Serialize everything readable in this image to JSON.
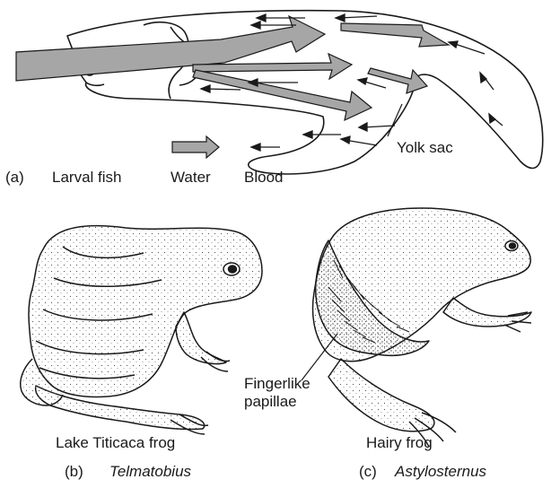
{
  "panel_a": {
    "letter": "(a)",
    "title": "Larval fish",
    "yolk_label": "Yolk sac",
    "legend_water": "Water",
    "legend_blood": "Blood"
  },
  "panel_b": {
    "letter": "(b)",
    "common_name": "Lake Titicaca frog",
    "genus": "Telmatobius"
  },
  "panel_c": {
    "letter": "(c)",
    "common_name": "Hairy frog",
    "genus": "Astylosternus",
    "papillae_label_line1": "Fingerlike",
    "papillae_label_line2": "papillae"
  },
  "colors": {
    "water_arrow": "#a6a6a6",
    "outline": "#1a1a1a",
    "background": "#ffffff"
  }
}
